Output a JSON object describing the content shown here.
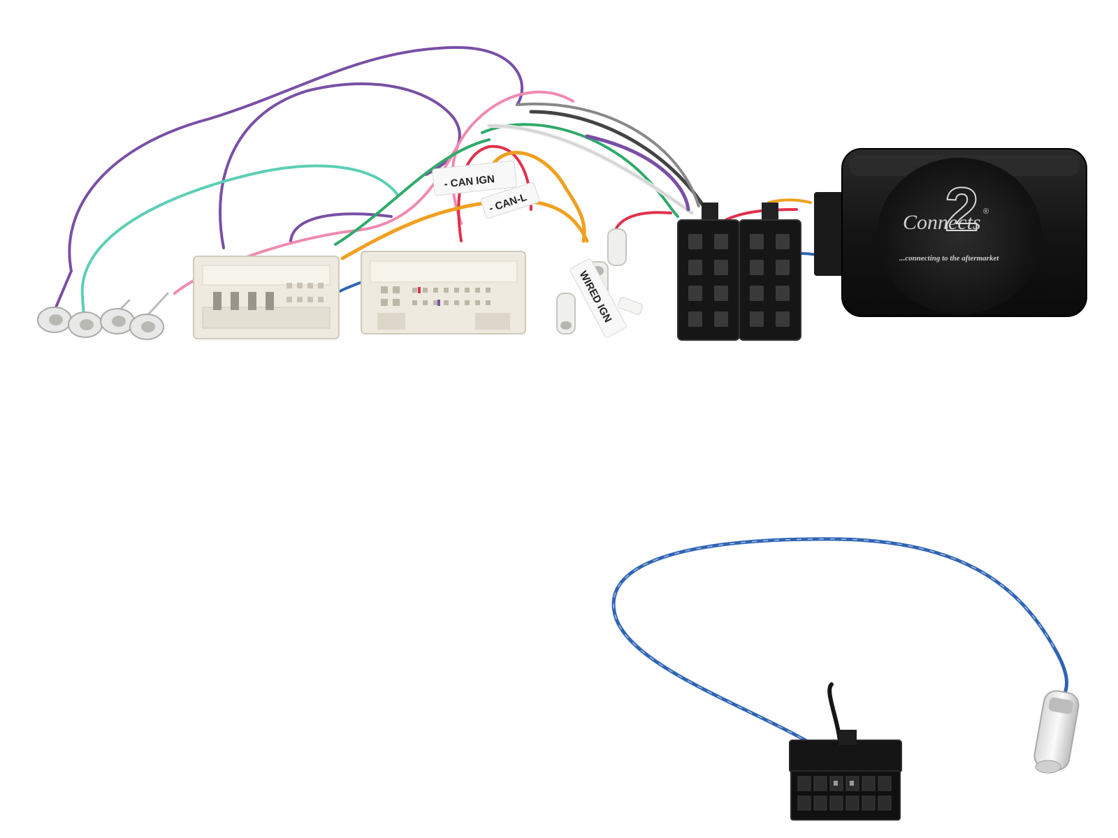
{
  "product": {
    "brand_name": "Connects",
    "brand_numeral": "2",
    "registered_mark": "®",
    "tagline": "...connecting to the aftermarket"
  },
  "labels": {
    "can_ign": "- CAN IGN",
    "can_l": "- CAN-L",
    "wired_ign": "WIRED IGN"
  },
  "colors": {
    "module_body": "#1c1c1c",
    "connector_white": "#eeeae0",
    "iso_black": "#161616",
    "wire_purple": "#7a4fa6",
    "wire_teal": "#5ccfb5",
    "wire_pink": "#f08ab0",
    "wire_red": "#e0304a",
    "wire_orange": "#f0a020",
    "wire_green": "#2faa6a",
    "wire_blue": "#2e64b4"
  }
}
